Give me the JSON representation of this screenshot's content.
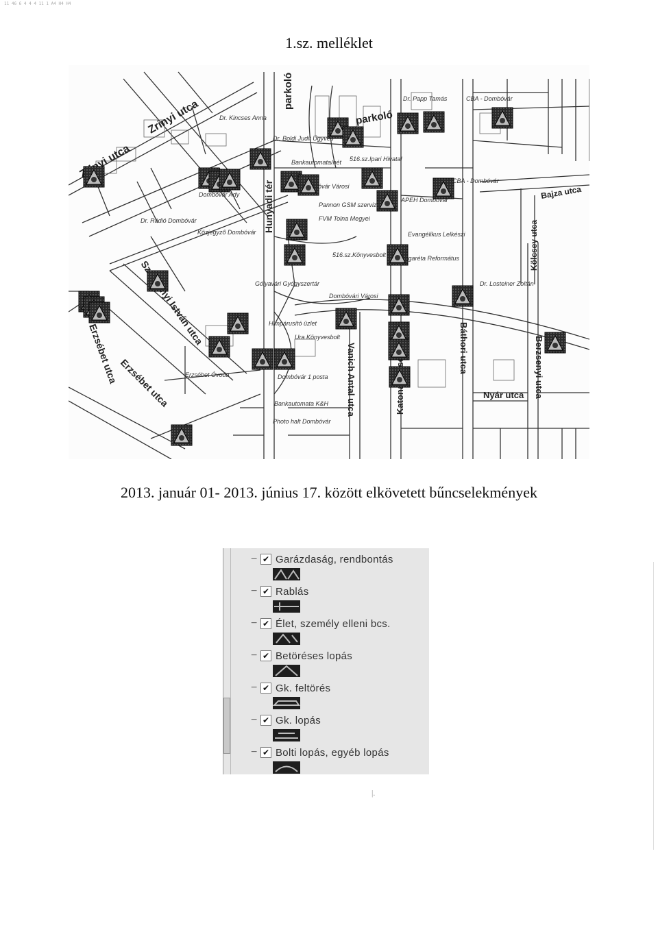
{
  "page": {
    "title": "1.sz. melléklet",
    "caption": "2013. január 01- 2013. június 17. között elkövetett bűncselekmények",
    "scan_header": "11 46 6 4 4 4 11 1 A4 H4 H4"
  },
  "map": {
    "streets": {
      "zrinyi_1": "Zrinyi utca",
      "zrinyi_2": "Zrinyi utca",
      "parkolo_1": "parkoló",
      "parkolo_2": "parkoló",
      "hunyadi": "Hunyadi tér",
      "szechenyi": "Széchenyi István utca",
      "erzsebet_1": "Erzsébet utca",
      "erzsebet_2": "Erzsébet utca",
      "vanich": "Vanich Antal utca",
      "katona": "Katona József",
      "bathori": "Báthori utca",
      "nyar": "Nyár utca",
      "berzsenyi": "Berzsenyi utca",
      "kolcsey": "Kölcsey utca",
      "bajza": "Bajza utca"
    },
    "places": {
      "papp": "Dr. Papp Tamás",
      "cba1": "CBA - Dombóvár",
      "kincses": "Dr. Kincses Anna",
      "boldi": "Dr. Boldi Judit Ügyvéd",
      "bankautomata1": "Bankautomata/hét",
      "munkaugyi": "516.sz.Ipari Hivatal",
      "cba2": "CBA - Dombóvár",
      "ady": "Dombóvár Ady",
      "dombovar_varosi1": "Dombóvár Városi",
      "pannon": "Pannon GSM szerviz",
      "apehi": "APEH Dombóvár",
      "fvm": "FVM Tolna Megyei",
      "radio": "Dr. Rádió Dombóvár",
      "kozjegyzo": "Közjegyző Dombóvár",
      "evangelikus": "Evangélikus Lelkészi",
      "konyv516": "516.sz.Könyvesbolt",
      "reformatus": "Margaréta Református",
      "gyogyszertar": "Gólyavári Gyógyszertár",
      "losteiner": "Dr. Losteiner Zoltán",
      "dombovar_varosi2": "Dombóvári Városi",
      "himpar": "Himpárusító üzlet",
      "ura": "Ura Könyvesbolt",
      "ovoda": "Erzsébet Óvoda",
      "posta": "Dombóvár 1 posta",
      "bankautomata2": "Bankautomata K&H",
      "photo": "Photo halt Dombóvár"
    }
  },
  "legend": {
    "items": [
      {
        "label": "Garázdaság, rendbontás",
        "checked": true,
        "icon": "scuffle-icon"
      },
      {
        "label": "Rablás",
        "checked": true,
        "icon": "robbery-icon"
      },
      {
        "label": "Élet, személy elleni bcs.",
        "checked": true,
        "icon": "assault-icon"
      },
      {
        "label": "Betöréses lopás",
        "checked": true,
        "icon": "burglary-icon"
      },
      {
        "label": "Gk. feltörés",
        "checked": true,
        "icon": "car-breakin-icon"
      },
      {
        "label": "Gk. lopás",
        "checked": true,
        "icon": "car-theft-icon"
      },
      {
        "label": "Bolti lopás, egyéb lopás",
        "checked": true,
        "icon": "shoplifting-icon"
      }
    ],
    "check_glyph": "✔",
    "dash_glyph": "−"
  },
  "colors": {
    "ink": "#111111",
    "marker_dark": "#1e1e1e",
    "legend_bg": "#e6e6e6"
  },
  "stray_mark": "|."
}
